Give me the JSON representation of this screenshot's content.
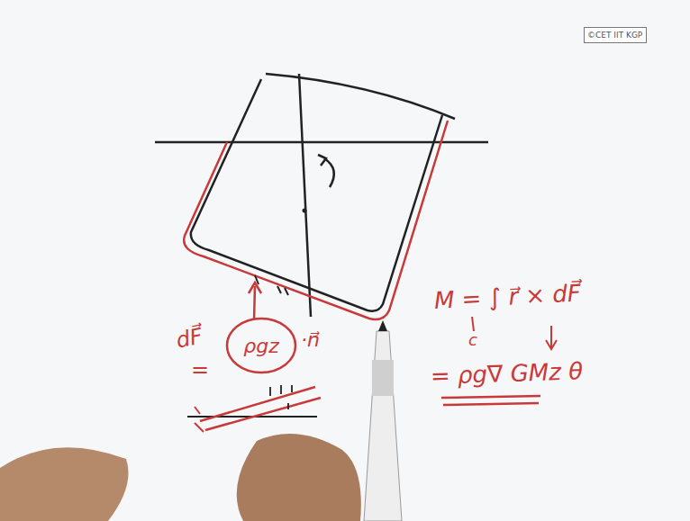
{
  "diagram": {
    "nodes": [
      {
        "text": [
          "©CET IIT KGP"
        ]
      },
      {
        "text": [
          "ρgz"
        ]
      }
    ],
    "labels": [
      "dF⃗",
      "=",
      "·n⃗",
      "M = ∫ r⃗ × dF⃗",
      "c",
      "= ρg∇ GMz θ"
    ]
  }
}
